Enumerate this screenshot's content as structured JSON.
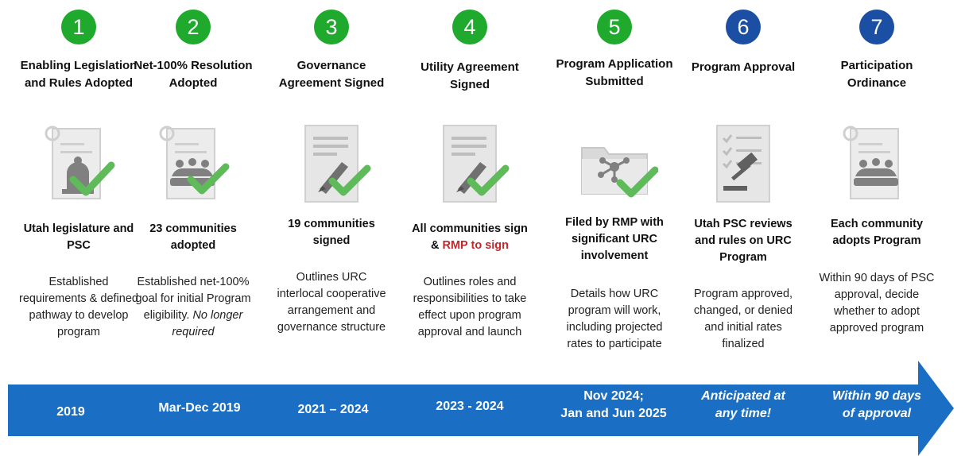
{
  "steps": [
    {
      "number": "1",
      "badge_color": "#1faa2e",
      "title": "Enabling Legislation and Rules Adopted",
      "icon": "scroll-bell-check-icon",
      "summary": "Utah legislature and PSC",
      "description": "Established requirements & defined pathway to develop program",
      "date": "2019"
    },
    {
      "number": "2",
      "badge_color": "#1faa2e",
      "title": "Net-100% Resolution Adopted",
      "icon": "scroll-meeting-check-icon",
      "summary": "23 communities adopted",
      "description_main": "Established net-100% goal for initial Program eligibility.",
      "description_italic": "No longer required",
      "date": "Mar-Dec 2019"
    },
    {
      "number": "3",
      "badge_color": "#1faa2e",
      "title": "Governance Agreement Signed",
      "icon": "document-pen-check-icon",
      "summary": "19 communities signed",
      "description": "Outlines URC interlocal cooperative arrangement and governance structure",
      "date": "2021 – 2024"
    },
    {
      "number": "4",
      "badge_color": "#1faa2e",
      "title": "Utility Agreement Signed",
      "icon": "document-pen-check-icon",
      "summary_main": "All communities sign &",
      "summary_highlight": "RMP to sign",
      "description": "Outlines roles and responsibilities to take effect upon program approval and launch",
      "date": "2023 - 2024"
    },
    {
      "number": "5",
      "badge_color": "#1faa2e",
      "title": "Program Application Submitted",
      "icon": "folder-network-check-icon",
      "summary": "Filed by RMP with significant URC involvement",
      "description": "Details how URC program will work, including projected rates to participate",
      "date_line1": "Nov 2024;",
      "date_line2": "Jan and Jun 2025"
    },
    {
      "number": "6",
      "badge_color": "#1b4fa3",
      "title": "Program Approval",
      "icon": "checklist-gavel-icon",
      "summary": "Utah PSC reviews and rules on URC Program",
      "description": "Program approved, changed, or denied and initial rates finalized",
      "date_line1": "Anticipated at",
      "date_line2": "any time!"
    },
    {
      "number": "7",
      "badge_color": "#1b4fa3",
      "title": "Participation Ordinance",
      "icon": "scroll-meeting-icon",
      "summary": "Each community adopts Program",
      "description": "Within 90 days of PSC approval, decide whether to adopt approved program",
      "date_line1": "Within 90 days",
      "date_line2": "of approval"
    }
  ],
  "colors": {
    "timeline_blue": "#1a6fc4",
    "check_green": "#5fbb5a",
    "icon_gray": "#808080",
    "icon_light": "#d9d9d9"
  }
}
